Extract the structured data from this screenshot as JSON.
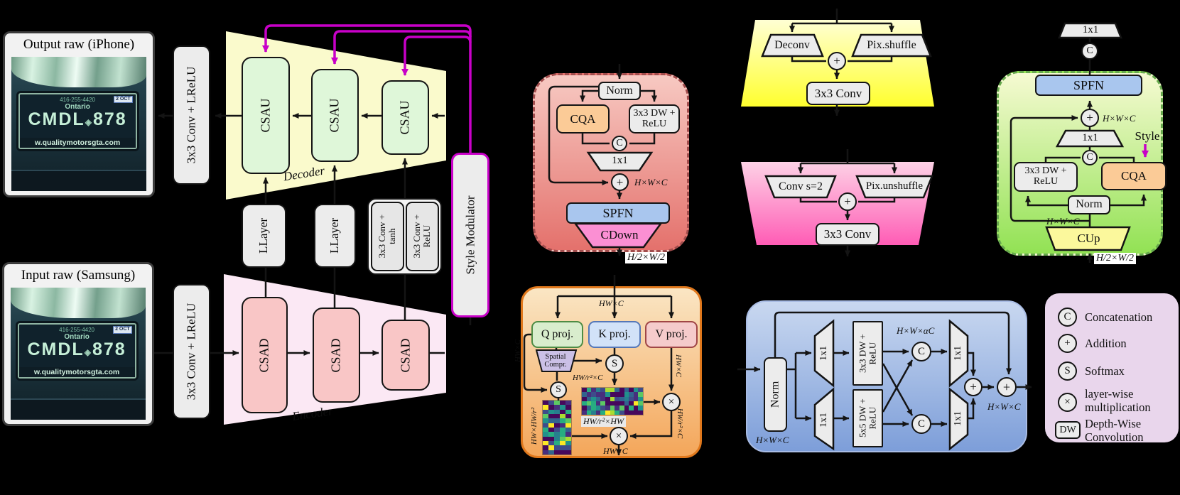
{
  "cards": {
    "output_title": "Output raw (iPhone)",
    "input_title": "Input raw (Samsung)",
    "photo": {
      "phone": "416-255-4420",
      "region": "Ontario",
      "plate_left": "CMDL",
      "separator": "◈",
      "plate_right": "878",
      "url": "w.qualitymotorsgta.com",
      "sticker": "2 OCT"
    }
  },
  "backbone": {
    "conv_in": "3x3 Conv + LReLU",
    "conv_out": "3x3 Conv + LReLU",
    "decoder_label": "Decoder",
    "encoder_label": "Encoder",
    "csau": "CSAU",
    "csad": "CSAD",
    "llayer": "LLayer",
    "tanh_line1": "3x3 Conv +",
    "tanh_line2": "tanh",
    "relu_line1": "3x3 Conv +",
    "relu_line2": "ReLU",
    "style_modulator": "Style Modulator"
  },
  "glyphs": {
    "concat": "C",
    "add": "+",
    "softmax": "S",
    "mul": "×"
  },
  "csad_detail": {
    "norm": "Norm",
    "cqa": "CQA",
    "dw_line1": "3x3 DW +",
    "dw_line2": "ReLU",
    "proj": "1x1",
    "dim_sum": "H×W×C",
    "spfn": "SPFN",
    "cdown": "CDown",
    "dim_out": "H/2×W/2"
  },
  "cup_detail": {
    "deconv": "Deconv",
    "shuffle": "Pix.shuffle",
    "conv": "3x3 Conv"
  },
  "cdown_detail": {
    "conv": "Conv s=2",
    "unshuffle": "Pix.unshuffle",
    "out_conv": "3x3 Conv"
  },
  "csau_detail": {
    "head_proj": "1x1",
    "spfn": "SPFN",
    "dim_sum": "H×W×C",
    "proj": "1x1",
    "style": "Style",
    "dw_line1": "3x3 DW +",
    "dw_line2": "ReLU",
    "cqa": "CQA",
    "norm": "Norm",
    "dim_in": "H×W×C",
    "cup": "CUp",
    "dim_below": "H/2×W/2"
  },
  "cqa_detail": {
    "dim_top": "HW×C",
    "q": "Q proj.",
    "k": "K proj.",
    "v": "V proj.",
    "spatial_line1": "Spatial",
    "spatial_line2": "Compr.",
    "dim_q": "HW×C",
    "dim_s": "HW/r²×C",
    "dim_v": "HW×C",
    "dim_attn": "HW/r²×HW",
    "dim_attn2": "HW×HW/r²",
    "dim_prod": "HW/r²×C",
    "dim_out": "HW×C"
  },
  "spfn_detail": {
    "norm": "Norm",
    "dim_in": "H×W×C",
    "proj_a": "1x1",
    "proj_b": "1x1",
    "dw3_line1": "3x3 DW +",
    "dw3_line2": "ReLU",
    "dw5_line1": "5x5 DW +",
    "dw5_line2": "ReLU",
    "dim_mid": "H×W×αC",
    "proj_c": "1x1",
    "proj_d": "1x1",
    "dim_out": "H×W×C"
  },
  "legend": {
    "items": [
      {
        "icon": "C",
        "line1": "Concatenation",
        "line2": ""
      },
      {
        "icon": "+",
        "line1": "Addition",
        "line2": ""
      },
      {
        "icon": "S",
        "line1": "Softmax",
        "line2": ""
      },
      {
        "icon": "×",
        "line1": "layer-wise",
        "line2": "multiplication"
      },
      {
        "icon": "DW",
        "line1": "Depth-Wise",
        "line2": "Convolution"
      }
    ]
  },
  "heatmap": {
    "palette": [
      "#46085c",
      "#472f7d",
      "#3e4c8a",
      "#32648e",
      "#277f8e",
      "#21918c",
      "#27ad81",
      "#5cc863",
      "#aadc32",
      "#fde725"
    ],
    "horizontal": {
      "cols": 13,
      "rows": 6
    },
    "vertical": {
      "cols": 5,
      "rows": 12
    }
  },
  "accents": {
    "magenta": "#c800c8",
    "wire": "#141414"
  }
}
